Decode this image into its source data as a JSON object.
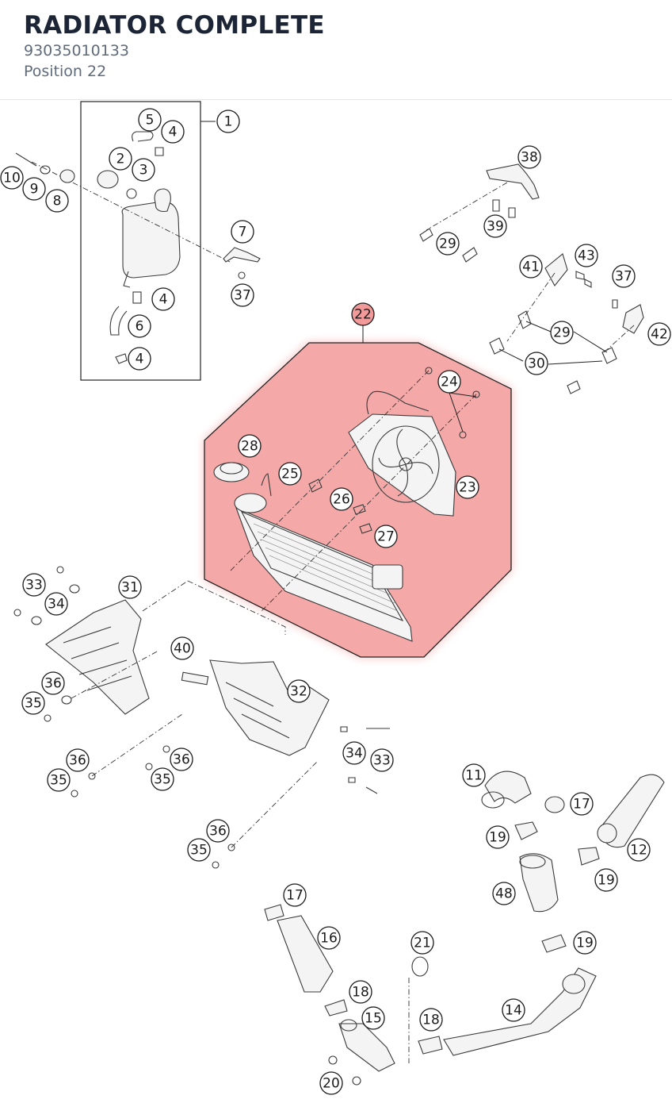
{
  "header": {
    "title": "RADIATOR COMPLETE",
    "part_number": "93035010133",
    "position_label": "Position 22"
  },
  "highlight": {
    "position": "22",
    "fill_color": "#f4a8a8",
    "glow_color": "#f08080"
  },
  "callouts": [
    {
      "id": "c1",
      "label": "1"
    },
    {
      "id": "c2",
      "label": "2"
    },
    {
      "id": "c3",
      "label": "3"
    },
    {
      "id": "c4a",
      "label": "4"
    },
    {
      "id": "c4b",
      "label": "4"
    },
    {
      "id": "c4c",
      "label": "4"
    },
    {
      "id": "c5",
      "label": "5"
    },
    {
      "id": "c6",
      "label": "6"
    },
    {
      "id": "c7",
      "label": "7"
    },
    {
      "id": "c8",
      "label": "8"
    },
    {
      "id": "c9",
      "label": "9"
    },
    {
      "id": "c10",
      "label": "10"
    },
    {
      "id": "c11",
      "label": "11"
    },
    {
      "id": "c12",
      "label": "12"
    },
    {
      "id": "c14",
      "label": "14"
    },
    {
      "id": "c15",
      "label": "15"
    },
    {
      "id": "c16",
      "label": "16"
    },
    {
      "id": "c17a",
      "label": "17"
    },
    {
      "id": "c17b",
      "label": "17"
    },
    {
      "id": "c18a",
      "label": "18"
    },
    {
      "id": "c18b",
      "label": "18"
    },
    {
      "id": "c19a",
      "label": "19"
    },
    {
      "id": "c19b",
      "label": "19"
    },
    {
      "id": "c19c",
      "label": "19"
    },
    {
      "id": "c20",
      "label": "20"
    },
    {
      "id": "c21",
      "label": "21"
    },
    {
      "id": "c22",
      "label": "22"
    },
    {
      "id": "c23",
      "label": "23"
    },
    {
      "id": "c24",
      "label": "24"
    },
    {
      "id": "c25",
      "label": "25"
    },
    {
      "id": "c26",
      "label": "26"
    },
    {
      "id": "c27",
      "label": "27"
    },
    {
      "id": "c28",
      "label": "28"
    },
    {
      "id": "c29a",
      "label": "29"
    },
    {
      "id": "c29b",
      "label": "29"
    },
    {
      "id": "c30",
      "label": "30"
    },
    {
      "id": "c31",
      "label": "31"
    },
    {
      "id": "c32",
      "label": "32"
    },
    {
      "id": "c33a",
      "label": "33"
    },
    {
      "id": "c33b",
      "label": "33"
    },
    {
      "id": "c34a",
      "label": "34"
    },
    {
      "id": "c34b",
      "label": "34"
    },
    {
      "id": "c35a",
      "label": "35"
    },
    {
      "id": "c35b",
      "label": "35"
    },
    {
      "id": "c35c",
      "label": "35"
    },
    {
      "id": "c35d",
      "label": "35"
    },
    {
      "id": "c36a",
      "label": "36"
    },
    {
      "id": "c36b",
      "label": "36"
    },
    {
      "id": "c36c",
      "label": "36"
    },
    {
      "id": "c36d",
      "label": "36"
    },
    {
      "id": "c37a",
      "label": "37"
    },
    {
      "id": "c37b",
      "label": "37"
    },
    {
      "id": "c38",
      "label": "38"
    },
    {
      "id": "c39",
      "label": "39"
    },
    {
      "id": "c40",
      "label": "40"
    },
    {
      "id": "c41",
      "label": "41"
    },
    {
      "id": "c42",
      "label": "42"
    },
    {
      "id": "c43",
      "label": "43"
    },
    {
      "id": "c48",
      "label": "48"
    }
  ]
}
